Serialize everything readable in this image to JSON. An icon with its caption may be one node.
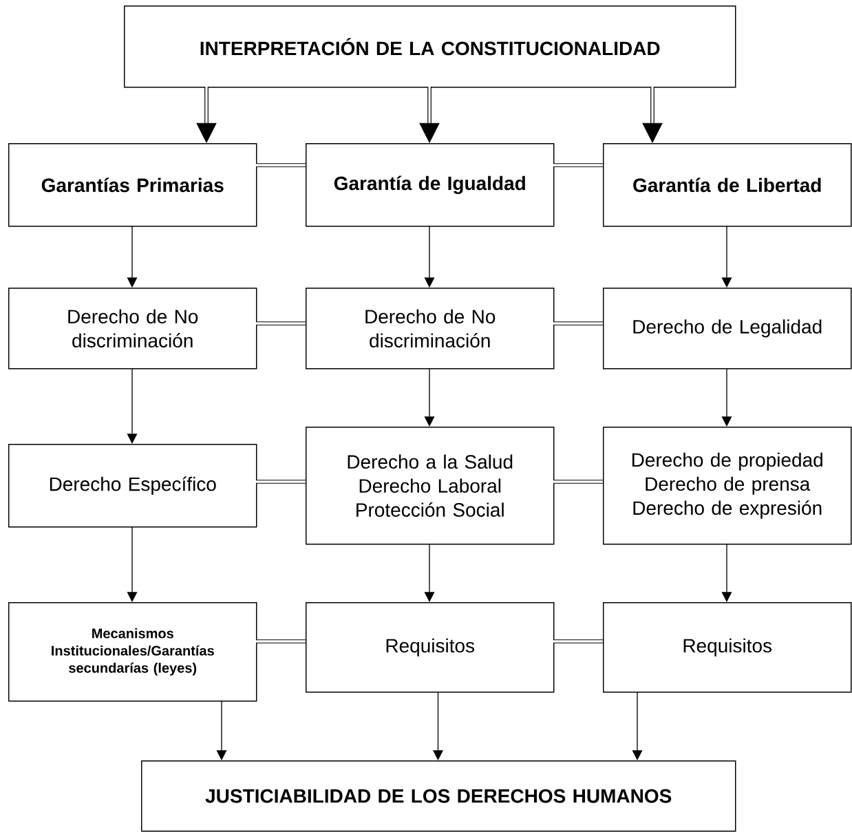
{
  "diagram": {
    "nodes": [
      {
        "text": [
          "INTERPRETACIÓN DE LA CONSTITUCIONALIDAD"
        ]
      },
      {
        "text": [
          "Garantías Primarias"
        ]
      },
      {
        "text": [
          "Garantía de Igualdad"
        ]
      },
      {
        "text": [
          "Garantía de Libertad"
        ]
      },
      {
        "text": [
          "Derecho de No discriminación"
        ]
      },
      {
        "text": [
          "Derecho de No discriminación"
        ]
      },
      {
        "text": [
          "Derecho de Legalidad"
        ]
      },
      {
        "text": [
          "Derecho Específico"
        ]
      },
      {
        "text": [
          "Derecho a la Salud",
          "Derecho Laboral",
          "Protección Social"
        ]
      },
      {
        "text": [
          "Derecho de propiedad",
          "Derecho de prensa",
          "Derecho de expresión"
        ]
      },
      {
        "text": [
          "Mecanismos Institucionales/Garantías secundarías (leyes)"
        ]
      },
      {
        "text": [
          "Requisitos"
        ]
      },
      {
        "text": [
          "Requisitos"
        ]
      },
      {
        "text": [
          "JUSTICIABILIDAD DE LOS DERECHOS HUMANOS"
        ]
      }
    ],
    "edges": [
      {
        "from": 0,
        "to": 1,
        "arrow": "to",
        "style": "thick"
      },
      {
        "from": 0,
        "to": 2,
        "arrow": "to",
        "style": "thick"
      },
      {
        "from": 0,
        "to": 3,
        "arrow": "to",
        "style": "thick"
      },
      {
        "from": 1,
        "to": 2,
        "arrow": "none",
        "style": "thick"
      },
      {
        "from": 2,
        "to": 3,
        "arrow": "none",
        "style": "thick"
      },
      {
        "from": 1,
        "to": 4,
        "arrow": "to"
      },
      {
        "from": 2,
        "to": 5,
        "arrow": "to"
      },
      {
        "from": 3,
        "to": 6,
        "arrow": "to"
      },
      {
        "from": 4,
        "to": 5,
        "arrow": "none",
        "style": "thick"
      },
      {
        "from": 5,
        "to": 6,
        "arrow": "none",
        "style": "thick"
      },
      {
        "from": 4,
        "to": 7,
        "arrow": "to"
      },
      {
        "from": 5,
        "to": 8,
        "arrow": "to"
      },
      {
        "from": 6,
        "to": 9,
        "arrow": "to"
      },
      {
        "from": 7,
        "to": 8,
        "arrow": "none",
        "style": "thick"
      },
      {
        "from": 8,
        "to": 9,
        "arrow": "none",
        "style": "thick"
      },
      {
        "from": 7,
        "to": 10,
        "arrow": "to"
      },
      {
        "from": 8,
        "to": 11,
        "arrow": "to"
      },
      {
        "from": 9,
        "to": 12,
        "arrow": "to"
      },
      {
        "from": 10,
        "to": 11,
        "arrow": "none",
        "style": "thick"
      },
      {
        "from": 11,
        "to": 12,
        "arrow": "none",
        "style": "thick"
      },
      {
        "from": 10,
        "to": 13,
        "arrow": "to"
      },
      {
        "from": 11,
        "to": 13,
        "arrow": "to"
      },
      {
        "from": 12,
        "to": 13,
        "arrow": "to"
      }
    ]
  }
}
